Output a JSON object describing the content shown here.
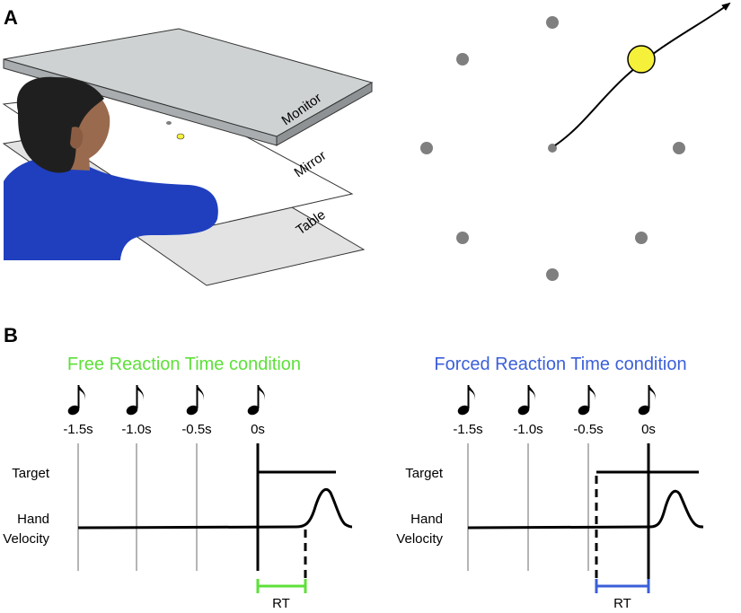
{
  "panel_a": {
    "label": "A",
    "setup_labels": {
      "monitor": "Monitor",
      "mirror": "Mirror",
      "table": "Table"
    }
  },
  "panel_b": {
    "label": "B",
    "free": {
      "title": "Free Reaction Time condition",
      "title_color": "#5ee03a",
      "time_labels": [
        "-1.5s",
        "-1.0s",
        "-0.5s",
        "0s"
      ],
      "target_label": "Target",
      "velocity_label_line1": "Hand",
      "velocity_label_line2": "Velocity",
      "rt_label": "RT",
      "rt_color": "#5ee03a"
    },
    "forced": {
      "title": "Forced Reaction Time condition",
      "title_color": "#3b5fd9",
      "time_labels": [
        "-1.5s",
        "-1.0s",
        "-0.5s",
        "0s"
      ],
      "target_label": "Target",
      "velocity_label_line1": "Hand",
      "velocity_label_line2": "Velocity",
      "rt_label": "RT",
      "rt_color": "#3b5fd9"
    }
  },
  "colors": {
    "target_dot": "#7f7f7f",
    "cursor": "#f5f03a",
    "shirt": "#1f3fbf",
    "skin": "#9a6a4e",
    "hair": "#1f1f1f",
    "monitor": "#cfd2d3",
    "gridline": "#b5b5b5"
  }
}
